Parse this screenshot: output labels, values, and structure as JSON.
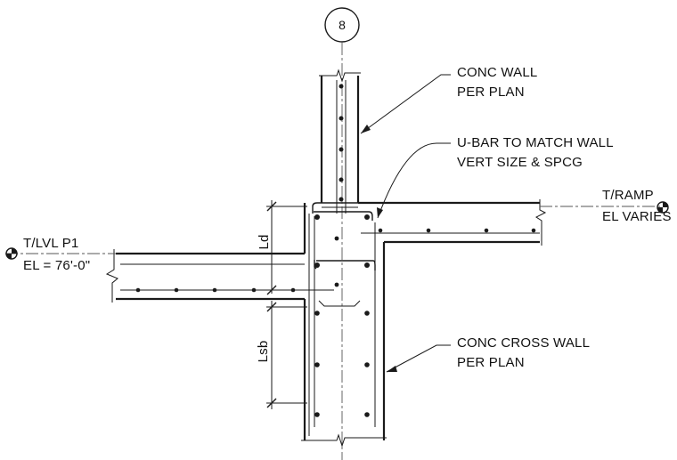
{
  "grid_bubble": {
    "label": "8"
  },
  "notes": {
    "conc_wall": [
      "CONC WALL",
      "PER PLAN"
    ],
    "u_bar": [
      "U-BAR TO MATCH WALL",
      "VERT SIZE & SPCG"
    ],
    "cross_wall": [
      "CONC CROSS WALL",
      "PER PLAN"
    ]
  },
  "elevations": {
    "left": [
      "T/LVL P1",
      "EL = 76'-0\""
    ],
    "right": [
      "T/RAMP",
      "EL VARIES"
    ]
  },
  "dimensions": {
    "upper": "Ld",
    "lower": "Lsb"
  },
  "colors": {
    "line": "#1a1a1a",
    "centerline": "#555555",
    "background": "#ffffff"
  }
}
